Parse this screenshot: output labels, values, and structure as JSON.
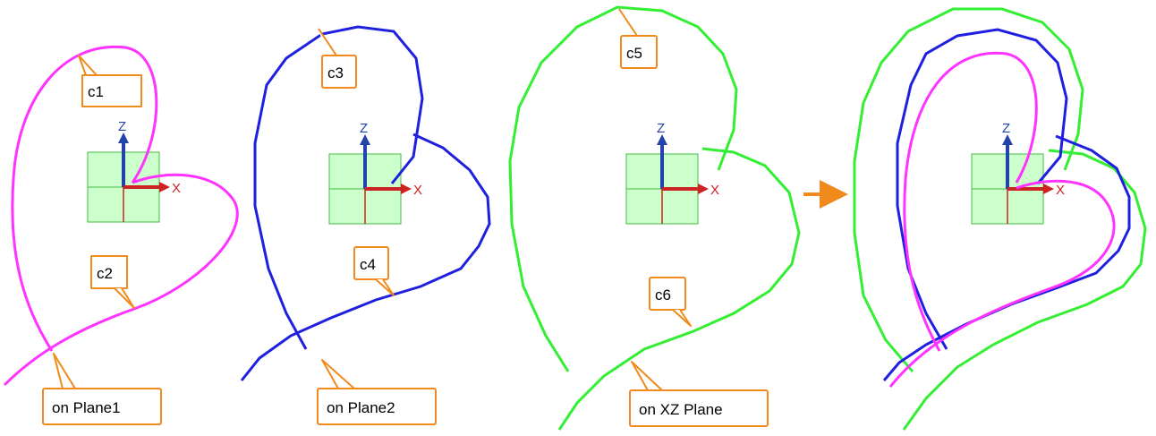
{
  "colors": {
    "c1_curve": "#ff33ff",
    "c3_curve": "#1f1fe0",
    "c5_curve": "#33ee33",
    "callout_border": "#f08a1c",
    "arrow": "#f08a1c",
    "plane_fill": "#ccffcc",
    "plane_stroke": "#44bb44",
    "x_axis": "#cc2222",
    "z_axis": "#2244aa"
  },
  "labels": {
    "c1": "c1",
    "c2": "c2",
    "c3": "c3",
    "c4": "c4",
    "c5": "c5",
    "c6": "c6",
    "plane1": "on Plane1",
    "plane2": "on Plane2",
    "xz_plane": "on XZ Plane"
  },
  "axes": {
    "x_label": "X",
    "z_label": "Z"
  }
}
